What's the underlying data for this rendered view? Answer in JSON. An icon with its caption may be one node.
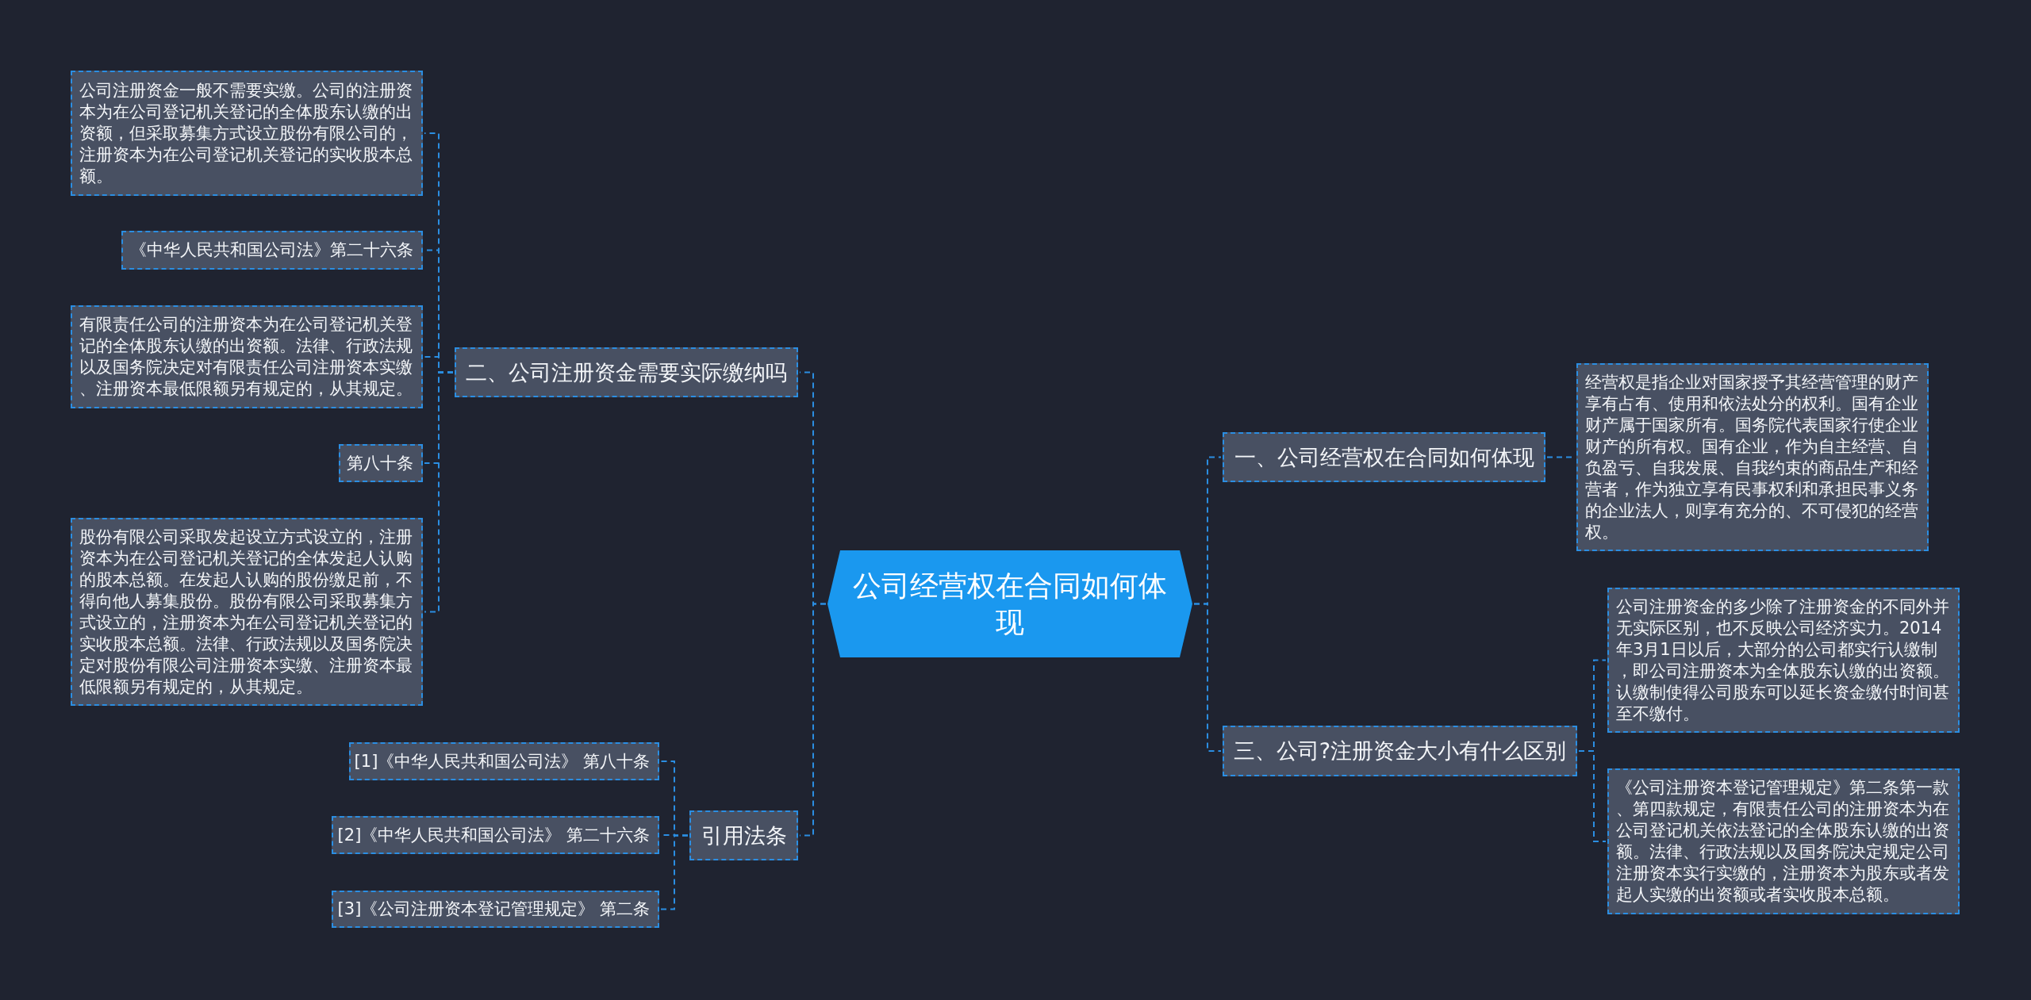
{
  "diagram": {
    "nodes": [
      {
        "text": [
          "公司经营权在合同如何体现"
        ]
      },
      {
        "text": [
          "二、公司注册资金需要实际缴纳吗"
        ]
      },
      {
        "text": [
          "公司注册资金一般不需要实缴。公司的注册资本为在公司登记机关登记的全体股东认缴的出资额，但采取募集方式设立股份有限公司的，注册资本为在公司登记机关登记的实收股本总额。"
        ]
      },
      {
        "text": [
          "《中华人民共和国公司法》第二十六条"
        ]
      },
      {
        "text": [
          "有限责任公司的注册资本为在公司登记机关登记的全体股东认缴的出资额。法律、行政法规以及国务院决定对有限责任公司注册资本实缴、注册资本最低限额另有规定的，从其规定。"
        ]
      },
      {
        "text": [
          "第八十条"
        ]
      },
      {
        "text": [
          "股份有限公司采取发起设立方式设立的，注册资本为在公司登记机关登记的全体发起人认购的股本总额。在发起人认购的股份缴足前，不得向他人募集股份。股份有限公司采取募集方式设立的，注册资本为在公司登记机关登记的实收股本总额。法律、行政法规以及国务院决定对股份有限公司注册资本实缴、注册资本最低限额另有规定的，从其规定。"
        ]
      },
      {
        "text": [
          "引用法条"
        ]
      },
      {
        "text": [
          "[1]《中华人民共和国公司法》 第八十条"
        ]
      },
      {
        "text": [
          "[2]《中华人民共和国公司法》 第二十六条"
        ]
      },
      {
        "text": [
          "[3]《公司注册资本登记管理规定》 第二条"
        ]
      },
      {
        "text": [
          "一、公司经营权在合同如何体现"
        ]
      },
      {
        "text": [
          "经营权是指企业对国家授予其经营管理的财产享有占有、使用和依法处分的权利。国有企业财产属于国家所有。国务院代表国家行使企业财产的所有权。国有企业，作为自主经营、自负盈亏、自我发展、自我约束的商品生产和经营者，作为独立享有民事权利和承担民事义务的企业法人，则享有充分的、不可侵犯的经营权。"
        ]
      },
      {
        "text": [
          "三、公司?注册资金大小有什么区别"
        ]
      },
      {
        "text": [
          "公司注册资金的多少除了注册资金的不同外并无实际区别，也不反映公司经济实力。2014年3月1日以后，大部分的公司都实行认缴制，即公司注册资本为全体股东认缴的出资额。认缴制使得公司股东可以延长资金缴付时间甚至不缴付。"
        ]
      },
      {
        "text": [
          "《公司注册资本登记管理规定》第二条第一款、第四款规定，有限责任公司的注册资本为在公司登记机关依法登记的全体股东认缴的出资额。法律、行政法规以及国务院决定规定公司注册资本实行实缴的，注册资本为股东或者发起人实缴的出资额或者实收股本总额。"
        ]
      }
    ],
    "edges": [
      {
        "from": 0,
        "to": 1,
        "arrow": "none",
        "style": "dashed"
      },
      {
        "from": 1,
        "to": 2,
        "arrow": "none",
        "style": "dashed"
      },
      {
        "from": 1,
        "to": 3,
        "arrow": "none",
        "style": "dashed"
      },
      {
        "from": 1,
        "to": 4,
        "arrow": "none",
        "style": "dashed"
      },
      {
        "from": 1,
        "to": 5,
        "arrow": "none",
        "style": "dashed"
      },
      {
        "from": 1,
        "to": 6,
        "arrow": "none",
        "style": "dashed"
      },
      {
        "from": 0,
        "to": 7,
        "arrow": "none",
        "style": "dashed"
      },
      {
        "from": 7,
        "to": 8,
        "arrow": "none",
        "style": "dashed"
      },
      {
        "from": 7,
        "to": 9,
        "arrow": "none",
        "style": "dashed"
      },
      {
        "from": 7,
        "to": 10,
        "arrow": "none",
        "style": "dashed"
      },
      {
        "from": 0,
        "to": 11,
        "arrow": "none",
        "style": "dashed"
      },
      {
        "from": 11,
        "to": 12,
        "arrow": "none",
        "style": "dashed"
      },
      {
        "from": 0,
        "to": 13,
        "arrow": "none",
        "style": "dashed"
      },
      {
        "from": 13,
        "to": 14,
        "arrow": "none",
        "style": "dashed"
      },
      {
        "from": 13,
        "to": 15,
        "arrow": "none",
        "style": "dashed"
      }
    ]
  }
}
